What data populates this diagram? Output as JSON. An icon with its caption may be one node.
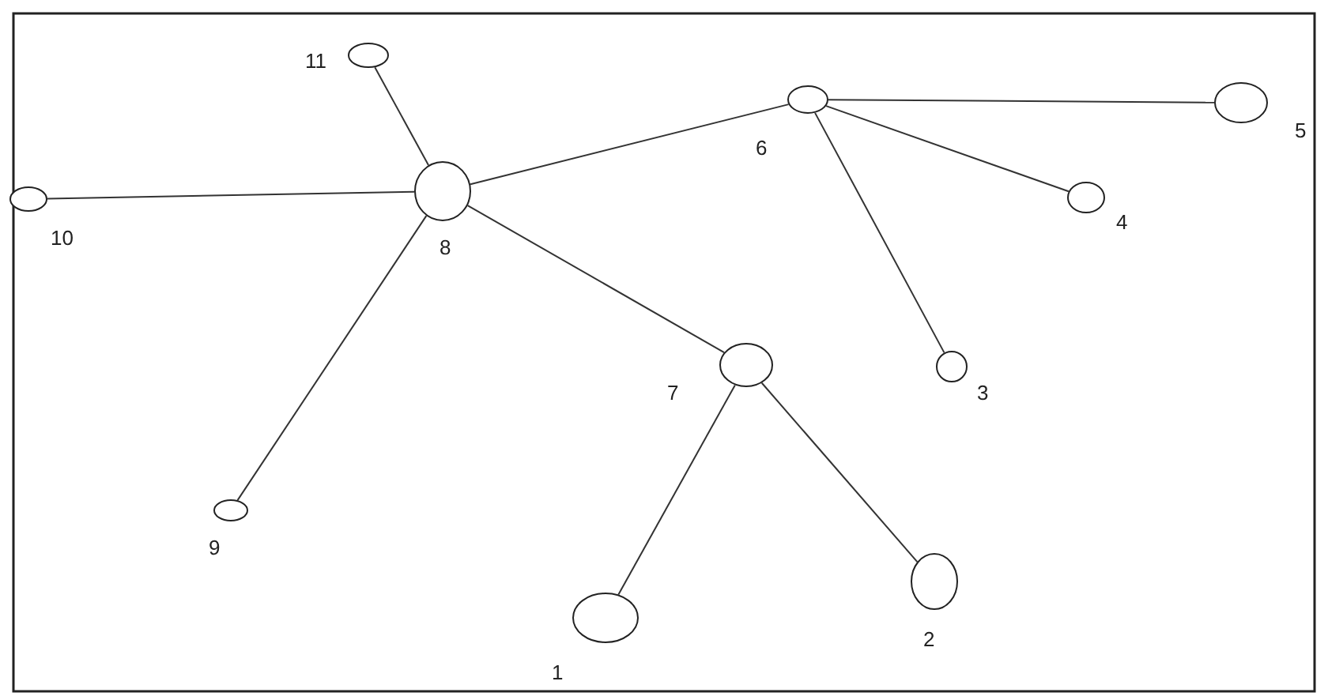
{
  "diagram": {
    "nodes": [
      {
        "text": [],
        "shape": "circle",
        "beside": [
          "11"
        ]
      },
      {
        "text": [],
        "shape": "circle",
        "beside": [
          "6"
        ]
      },
      {
        "text": [],
        "shape": "circle",
        "beside": [
          "5"
        ]
      },
      {
        "text": [],
        "shape": "circle",
        "beside": [
          "8"
        ]
      },
      {
        "text": [],
        "shape": "circle",
        "beside": [
          "10"
        ]
      },
      {
        "text": [],
        "shape": "circle",
        "beside": [
          "4"
        ]
      },
      {
        "text": [],
        "shape": "circle",
        "beside": [
          "7"
        ]
      },
      {
        "text": [],
        "shape": "circle",
        "beside": [
          "3"
        ]
      },
      {
        "text": [],
        "shape": "circle",
        "beside": [
          "9"
        ]
      },
      {
        "text": [],
        "shape": "circle",
        "beside": [
          "2"
        ]
      },
      {
        "text": [],
        "shape": "circle",
        "beside": [
          "1"
        ]
      }
    ],
    "edges": [
      {
        "from": 0,
        "to": 3,
        "arrow": "none"
      },
      {
        "from": 4,
        "to": 3,
        "arrow": "none"
      },
      {
        "from": 3,
        "to": 1,
        "arrow": "none"
      },
      {
        "from": 1,
        "to": 2,
        "arrow": "none"
      },
      {
        "from": 1,
        "to": 5,
        "arrow": "none"
      },
      {
        "from": 1,
        "to": 7,
        "arrow": "none"
      },
      {
        "from": 3,
        "to": 6,
        "arrow": "none"
      },
      {
        "from": 3,
        "to": 8,
        "arrow": "none"
      },
      {
        "from": 6,
        "to": 10,
        "arrow": "none"
      },
      {
        "from": 6,
        "to": 9,
        "arrow": "none"
      }
    ]
  }
}
